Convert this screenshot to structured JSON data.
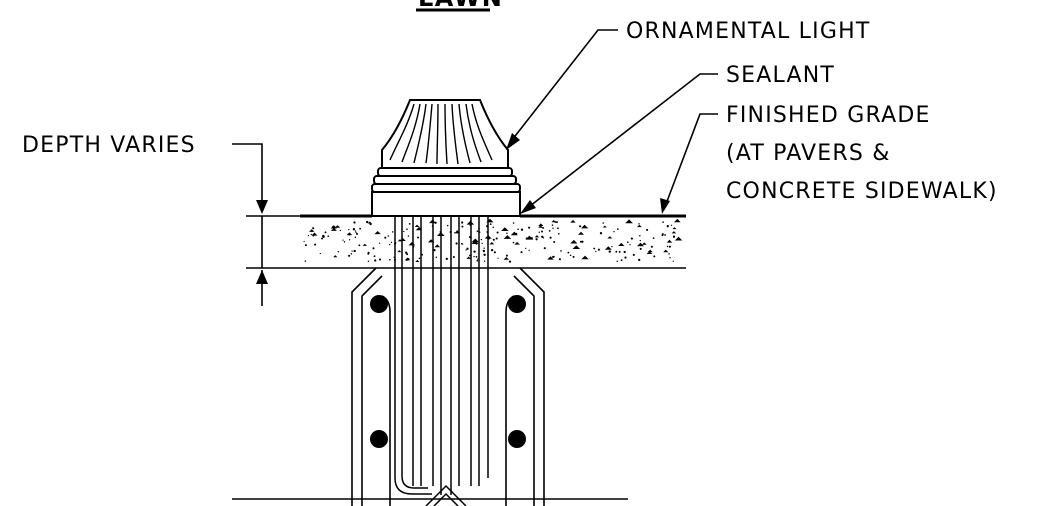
{
  "diagram": {
    "title": "LAWN",
    "labels": {
      "ornamental_light": "ORNAMENTAL LIGHT",
      "sealant": "SEALANT",
      "finished_grade_1": "FINISHED GRADE",
      "finished_grade_2": "(AT PAVERS &",
      "finished_grade_3": "CONCRETE SIDEWALK)",
      "depth_varies": "DEPTH VARIES"
    }
  }
}
